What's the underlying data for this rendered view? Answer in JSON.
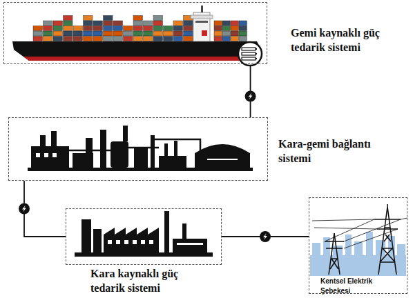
{
  "diagram": {
    "nodes": [
      {
        "text": [
          "Gemi kaynaklı güç tedarik sistemi"
        ]
      },
      {
        "text": [
          "Kara-gemi bağlantı sistemi"
        ]
      },
      {
        "text": [
          "Kara kaynaklı güç tedarik sistemi"
        ]
      },
      {
        "text": [
          "Kentsel Elektrik Şebekesi"
        ]
      }
    ],
    "edges": [
      {
        "from": 0,
        "to": 1,
        "arrow": "none"
      },
      {
        "from": 1,
        "to": 2,
        "arrow": "none"
      },
      {
        "from": 2,
        "to": 3,
        "arrow": "none"
      }
    ]
  }
}
